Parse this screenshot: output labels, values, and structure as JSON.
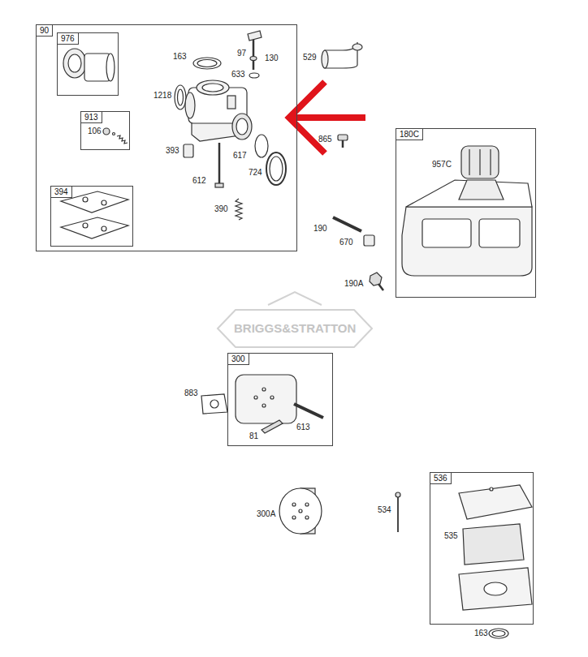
{
  "diagram": {
    "nodes": [
      {
        "text": [
          "90"
        ]
      },
      {
        "text": [
          "976"
        ],
        "in": 0
      },
      {
        "text": [
          "913"
        ],
        "in": 0
      },
      {
        "text": [
          "394"
        ],
        "in": 0
      },
      {
        "text": [
          "180C"
        ]
      },
      {
        "text": [
          "300"
        ]
      },
      {
        "text": [
          "536"
        ]
      }
    ],
    "labels": [
      "163",
      "97",
      "130",
      "529",
      "633",
      "1218",
      "106",
      "865",
      "393",
      "617",
      "957C",
      "724",
      "612",
      "390",
      "190",
      "670",
      "190A",
      "BRIGGS&STRATTON",
      "883",
      "613",
      "81",
      "300A",
      "534",
      "535",
      "163"
    ]
  }
}
